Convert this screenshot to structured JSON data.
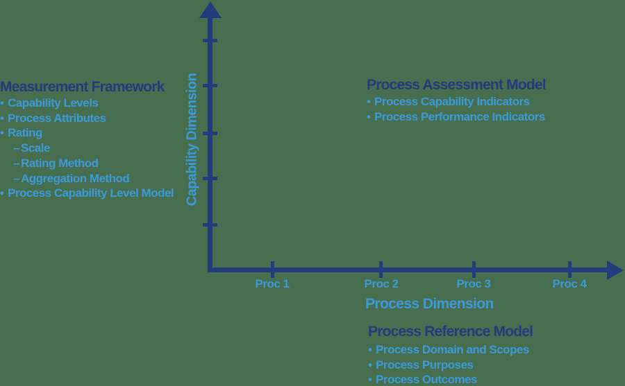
{
  "canvas": {
    "background_color": "#486E50",
    "axis_color": "#203D7C",
    "heading_color": "#203D7C",
    "item_color": "#3B9AD6"
  },
  "axes": {
    "y_label": "Capability Dimension",
    "x_label": "Process Dimension",
    "y_tick_count": 5,
    "x_ticks": [
      {
        "label": "Proc 1"
      },
      {
        "label": "Proc 2"
      },
      {
        "label": "Proc 3"
      },
      {
        "label": "Proc 4"
      }
    ]
  },
  "measurement_framework": {
    "title": "Measurement Framework",
    "items": [
      {
        "marker": "•",
        "text": "Capability Levels",
        "level": 1
      },
      {
        "marker": "•",
        "text": "Process Attributes",
        "level": 1
      },
      {
        "marker": "•",
        "text": "Rating",
        "level": 1
      },
      {
        "marker": "–",
        "text": "Scale",
        "level": 2
      },
      {
        "marker": "–",
        "text": "Rating Method",
        "level": 2
      },
      {
        "marker": "–",
        "text": "Aggregation Method",
        "level": 2
      },
      {
        "marker": "•",
        "text": "Process Capability Level Model",
        "level": 1
      }
    ]
  },
  "process_assessment_model": {
    "title": "Process Assessment Model",
    "items": [
      {
        "marker": "•",
        "text": "Process Capability Indicators"
      },
      {
        "marker": "•",
        "text": "Process Performance Indicators"
      }
    ]
  },
  "process_reference_model": {
    "title": "Process Reference Model",
    "items": [
      {
        "marker": "•",
        "text": "Process Domain and Scopes"
      },
      {
        "marker": "•",
        "text": "Process Purposes"
      },
      {
        "marker": "•",
        "text": "Process Outcomes"
      }
    ]
  }
}
